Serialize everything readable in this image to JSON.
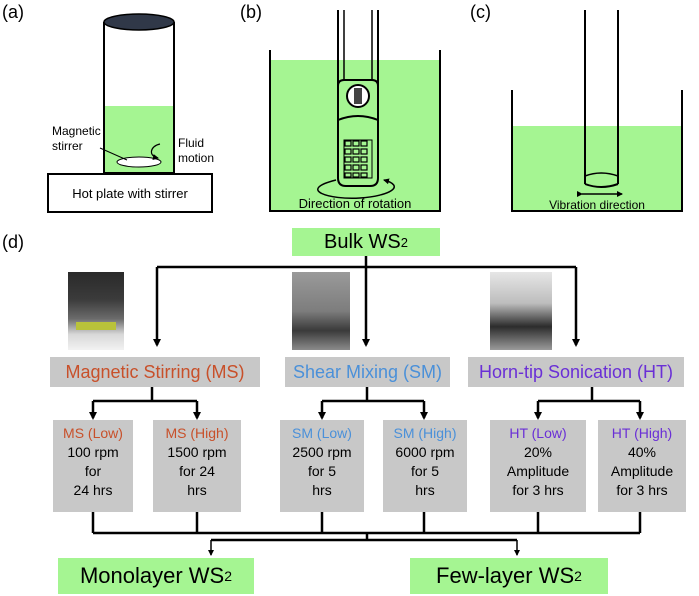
{
  "panels": {
    "a": {
      "label": "(a)",
      "magnetic_stirrer": [
        "Magnetic",
        "stirrer"
      ],
      "fluid_motion": [
        "Fluid",
        "motion"
      ],
      "hot_plate": "Hot plate with stirrer"
    },
    "b": {
      "label": "(b)",
      "direction": "Direction of rotation"
    },
    "c": {
      "label": "(c)",
      "vibration": "Vibration direction"
    },
    "d": {
      "label": "(d)"
    }
  },
  "flow": {
    "bulk": {
      "text": "Bulk WS",
      "sub": "2"
    },
    "methods": [
      {
        "label": "Magnetic Stirring (MS)",
        "color": "#c8502a"
      },
      {
        "label": "Shear Mixing (SM)",
        "color": "#4a90d9"
      },
      {
        "label": "Horn-tip Sonication (HT)",
        "color": "#6a2fd6"
      }
    ],
    "conditions": [
      {
        "title": "MS (Low)",
        "lines": [
          "100 rpm",
          "for",
          "24 hrs"
        ],
        "color": "#c8502a"
      },
      {
        "title": "MS (High)",
        "lines": [
          "1500 rpm",
          "for 24",
          "hrs"
        ],
        "color": "#c8502a"
      },
      {
        "title": "SM (Low)",
        "lines": [
          "2500 rpm",
          "for 5",
          "hrs"
        ],
        "color": "#4a90d9"
      },
      {
        "title": "SM (High)",
        "lines": [
          "6000 rpm",
          "for 5",
          "hrs"
        ],
        "color": "#4a90d9"
      },
      {
        "title": "HT (Low)",
        "lines": [
          "20%",
          "Amplitude",
          "for 3 hrs"
        ],
        "color": "#6a2fd6"
      },
      {
        "title": "HT (High)",
        "lines": [
          "40%",
          "Amplitude",
          "for 3 hrs"
        ],
        "color": "#6a2fd6"
      }
    ],
    "products": [
      {
        "text": "Monolayer WS",
        "sub": "2"
      },
      {
        "text": "Few-layer WS",
        "sub": "2"
      }
    ]
  },
  "colors": {
    "liquid": "#a5f592",
    "box": "#c8c8c8"
  }
}
